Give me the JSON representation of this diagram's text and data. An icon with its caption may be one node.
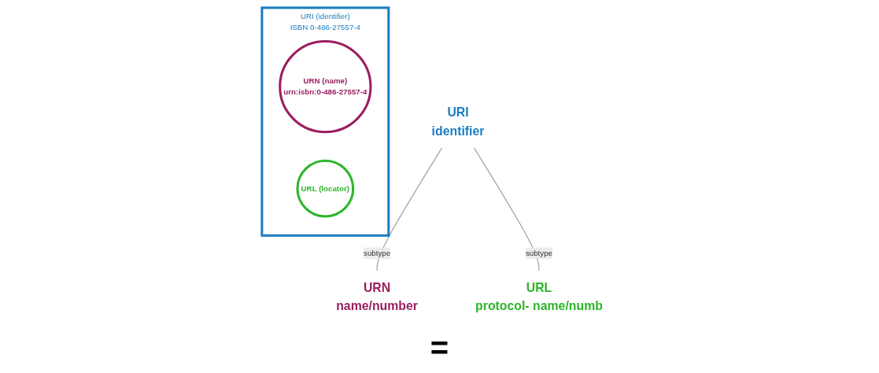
{
  "diagram": {
    "nodes": [
      {
        "text": [
          "URI (identifier)",
          "ISBN 0-486-27557-4"
        ]
      },
      {
        "text": [
          "URN (name)",
          "urn:isbn:0-486-27557-4"
        ],
        "in": 0
      },
      {
        "text": [
          "URL (locator)"
        ],
        "in": 0
      },
      {
        "text": [
          "URI",
          "identifier"
        ]
      },
      {
        "text": [
          "URN",
          "name/number"
        ]
      },
      {
        "text": [
          "URL",
          "protocol- name/numb"
        ]
      }
    ],
    "edges": [
      {
        "from": 3,
        "to": 4,
        "label": "subtype",
        "arrow": "none"
      },
      {
        "from": 3,
        "to": 5,
        "label": "subtype",
        "arrow": "none"
      }
    ],
    "labels": [
      "="
    ]
  }
}
